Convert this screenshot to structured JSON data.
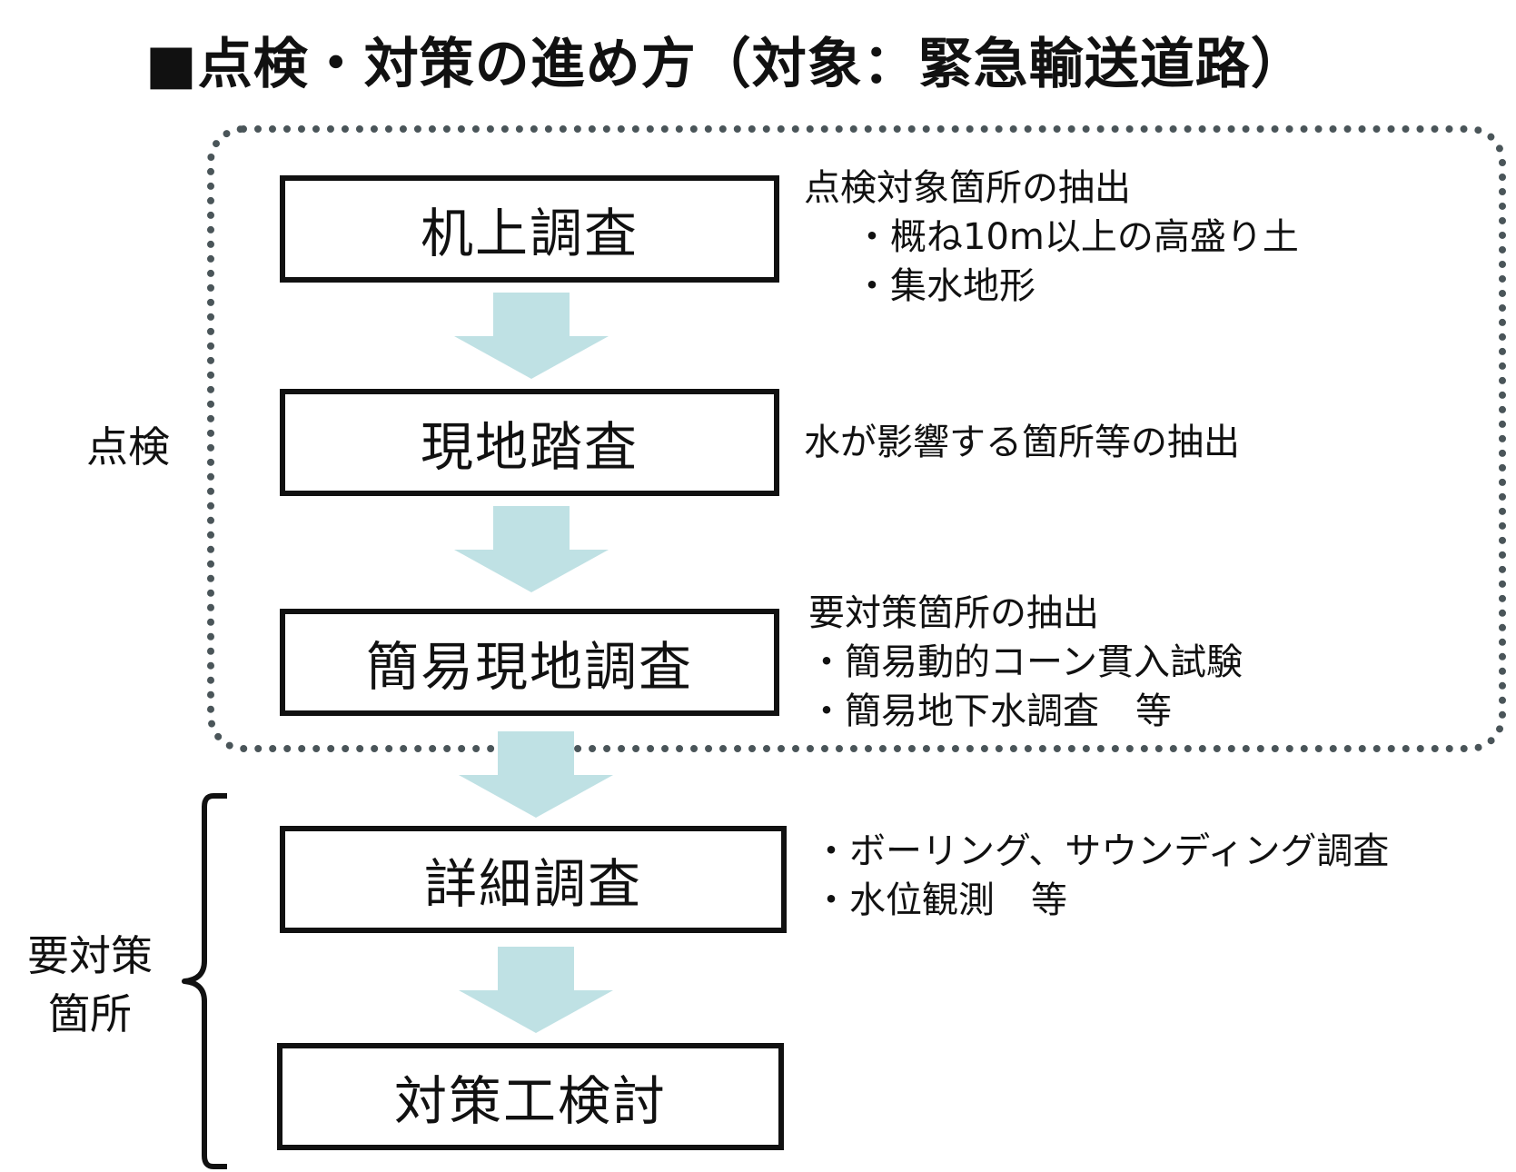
{
  "title": "■点検・対策の進め方（対象：緊急輸送道路）",
  "groups": {
    "inspection_label": "点検",
    "countermeasure_label_line1": "要対策",
    "countermeasure_label_line2": "箇所"
  },
  "steps": [
    "机上調査",
    "現地踏査",
    "簡易現地調査",
    "詳細調査",
    "対策工検討"
  ],
  "notes": {
    "step1": {
      "heading": "点検対象箇所の抽出",
      "items": [
        "・概ね10m以上の高盛り土",
        "・集水地形"
      ]
    },
    "step2": {
      "heading": "水が影響する箇所等の抽出"
    },
    "step3": {
      "heading": "要対策箇所の抽出",
      "items": [
        "・簡易動的コーン貫入試験",
        "・簡易地下水調査　等"
      ]
    },
    "step4": {
      "items": [
        "・ボーリング、サウンディング調査",
        "・水位観測　等"
      ]
    }
  },
  "colors": {
    "arrow": "#bfe1e4",
    "dotted_border": "#4a5559",
    "box_border": "#111111"
  }
}
